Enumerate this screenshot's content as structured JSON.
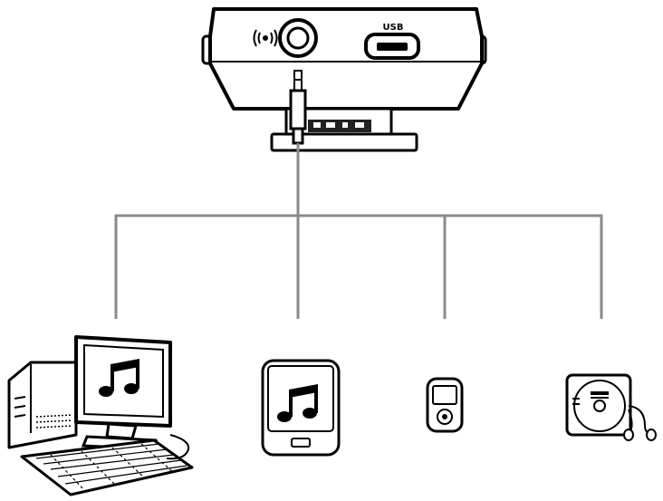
{
  "device": {
    "usb_label": "USB",
    "audio_icon": "audio-jack-icon",
    "ports": [
      "audio-out",
      "usb"
    ]
  },
  "sources": [
    {
      "name": "desktop-computer",
      "icon": "music-note-icon"
    },
    {
      "name": "tablet",
      "icon": "music-note-icon"
    },
    {
      "name": "mp3-player",
      "icon": "mp3-player-icon"
    },
    {
      "name": "cd-player",
      "icon": "cd-player-icon"
    }
  ],
  "colors": {
    "line": "#000000",
    "wire": "#8a8a8a",
    "background": "#ffffff"
  }
}
